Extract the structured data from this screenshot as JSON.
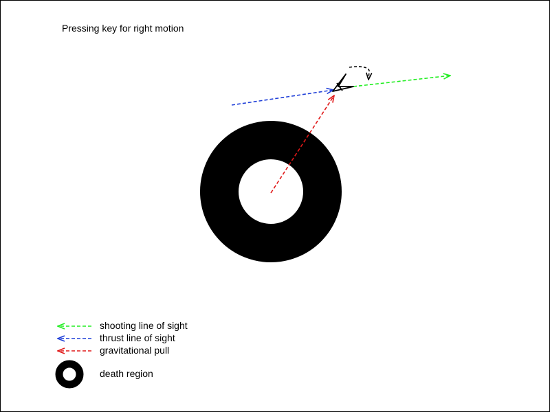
{
  "caption": "Pressing key for right motion",
  "colors": {
    "shooting": "#22ee22",
    "thrust": "#1f3fd8",
    "gravity": "#e01818",
    "rotation": "#000000",
    "death_region": "#000000"
  },
  "legend": {
    "shooting": "shooting line of sight",
    "thrust": "thrust line of sight",
    "gravity": "gravitational pull",
    "death_region": "death region"
  },
  "icons": {
    "ship": "ship-icon",
    "rotation": "curved-arrow-icon",
    "death_region": "ring-icon"
  }
}
